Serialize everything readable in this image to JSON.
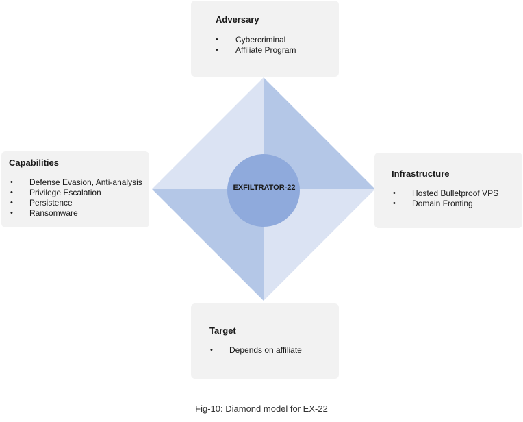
{
  "diagram": {
    "center": "EXFILTRATOR-22",
    "colors": {
      "light_facet": "#dbe3f3",
      "dark_facet": "#b4c7e7",
      "circle": "#8faadc",
      "box_bg": "#f2f2f2"
    },
    "adversary": {
      "title": "Adversary",
      "items": [
        "Cybercriminal",
        "Affiliate Program"
      ]
    },
    "capabilities": {
      "title": "Capabilities",
      "items": [
        "Defense Evasion, Anti-analysis",
        "Privilege Escalation",
        "Persistence",
        "Ransomware"
      ]
    },
    "infrastructure": {
      "title": "Infrastructure",
      "items": [
        "Hosted Bulletproof VPS",
        "Domain Fronting"
      ]
    },
    "target": {
      "title": "Target",
      "items": [
        "Depends on affiliate"
      ]
    },
    "bullet": "•"
  },
  "caption": "Fig-10: Diamond model for EX-22"
}
